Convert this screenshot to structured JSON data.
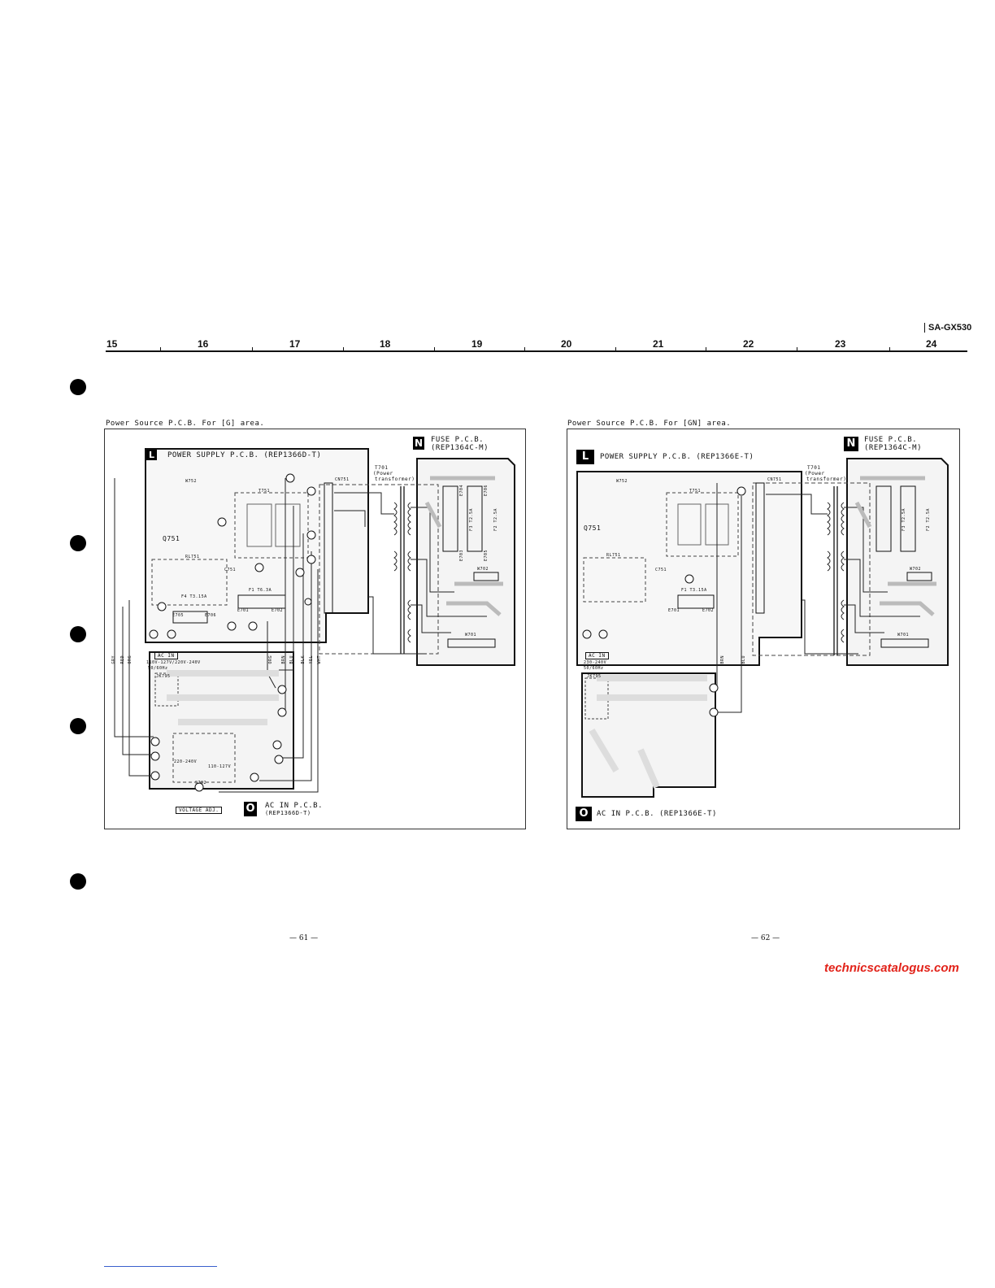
{
  "header": {
    "model": "SA-GX530",
    "ruler_numbers": [
      "15",
      "16",
      "17",
      "18",
      "19",
      "20",
      "21",
      "22",
      "23",
      "24"
    ]
  },
  "left_panel": {
    "caption": "Power Source P.C.B. For [G] area.",
    "power_supply": {
      "letter": "L",
      "title": "POWER SUPPLY P.C.B. (REP1366D-T)"
    },
    "fuse": {
      "letter": "N",
      "title": "FUSE P.C.B.",
      "part": "(REP1364C-M)"
    },
    "ac_in": {
      "letter": "O",
      "title": "AC IN P.C.B.",
      "part": "(REP1366D-T)"
    },
    "transformer": {
      "ref": "T701",
      "desc1": "(Power",
      "desc2": "transformer)"
    },
    "ac_in_label": "AC IN",
    "ac_spec1": "110V-127V/220V-240V",
    "ac_spec2": "50/60Hz",
    "voltage_adj": "VOLTAGE ADJ.",
    "selector_220": "220-240V",
    "selector_110": "110-127V",
    "wire_colors": [
      "GRY",
      "RED",
      "ORG",
      "ORG",
      "BRN",
      "BLU",
      "BLK",
      "YEL",
      "WHT"
    ],
    "refs": {
      "w752": "W752",
      "t751": "T751",
      "q751": "Q751",
      "rl751": "RL751",
      "c751": "C751",
      "f4": "F4 T3.15A",
      "f1": "F1 T6.3A",
      "e705": "E705",
      "e706": "E706",
      "e701": "E701",
      "e702": "E702",
      "cn751": "CN751",
      "jk795": "JK795",
      "s702": "S702",
      "w701": "W701",
      "w702": "W702",
      "f3": "F3 T2.5A",
      "f2": "F2 T2.5A",
      "e704": "E704",
      "e706b": "E706",
      "e703": "E703",
      "e705b": "E705"
    }
  },
  "right_panel": {
    "caption": "Power Source P.C.B. For [GN] area.",
    "power_supply": {
      "letter": "L",
      "title": "POWER SUPPLY P.C.B. (REP1366E-T)"
    },
    "fuse": {
      "letter": "N",
      "title": "FUSE P.C.B.",
      "part": "(REP1364C-M)"
    },
    "ac_in": {
      "letter": "O",
      "title": "AC IN P.C.B. (REP1366E-T)"
    },
    "transformer": {
      "ref": "T701",
      "desc1": "(Power",
      "desc2": "transformer)"
    },
    "ac_in_label": "AC IN",
    "ac_spec1": "230-240V",
    "ac_spec2": "50/60Hz",
    "wire_colors": [
      "BRN",
      "BLU"
    ],
    "refs": {
      "w752": "W752",
      "t751": "T751",
      "q751": "Q751",
      "rl751": "RL751",
      "c751": "C751",
      "f1": "F1 T3.15A",
      "e701": "E701",
      "e702": "E702",
      "cn751": "CN751",
      "jk795": "JK795",
      "w701": "W701",
      "w702": "W702",
      "f3": "F3 T2.5A",
      "f2": "F2 T2.5A"
    }
  },
  "footer": {
    "page_left": "— 61 —",
    "page_right": "— 62 —",
    "watermark": "technicscatalogus.com"
  }
}
